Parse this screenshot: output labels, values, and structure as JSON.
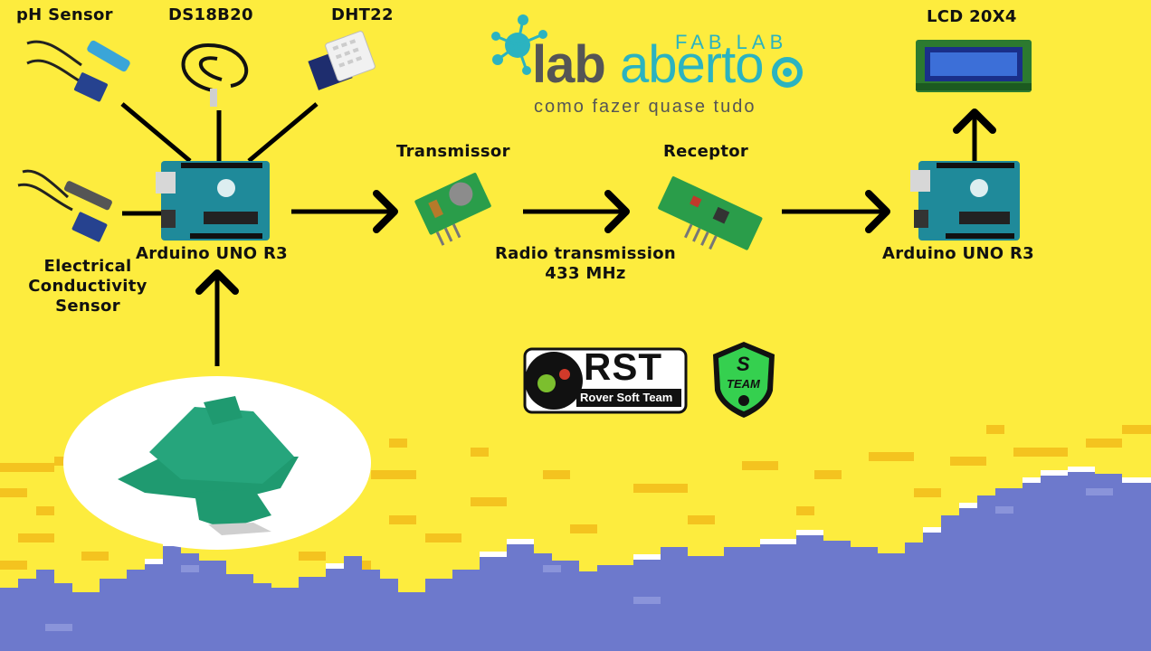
{
  "labels": {
    "ph_sensor": "pH Sensor",
    "ds18b20": "DS18B20",
    "dht22": "DHT22",
    "ec_sensor_line1": "Electrical",
    "ec_sensor_line2": "Conductivity",
    "ec_sensor_line3": "Sensor",
    "arduino_left": "Arduino UNO R3",
    "transmitter": "Transmissor",
    "receiver": "Receptor",
    "radio_line1": "Radio transmission",
    "radio_line2": "433 MHz",
    "arduino_right": "Arduino UNO R3",
    "lcd": "LCD 20X4"
  },
  "logo": {
    "fab_lab": "FAB LAB",
    "lab": "lab",
    "aberto": "aberto",
    "tagline": "como fazer quase tudo"
  },
  "badges": {
    "rst_big": "RST",
    "rst_sub": "Rover Soft Team",
    "shield_letter": "S",
    "shield_word": "TEAM"
  },
  "colors": {
    "background": "#fdec3e",
    "arduino": "#1f8a9a",
    "teal": "#2bb3c0",
    "rover": "#26a57c",
    "water": "#6d79cc",
    "foam": "#ffffff",
    "sand_dark": "#f3c11f"
  }
}
